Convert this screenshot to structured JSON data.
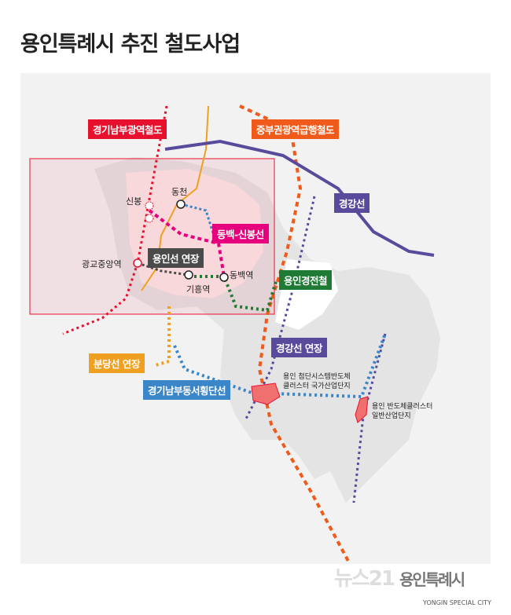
{
  "title": "용인특례시 추진 철도사업",
  "lines": {
    "gyeonggi_south": {
      "label": "경기남부광역철도",
      "color": "#e8112d"
    },
    "jungbu": {
      "label": "중부권광역급행철도",
      "color": "#f05a1a"
    },
    "gyeonggang": {
      "label": "경강선",
      "color": "#5a4a9c"
    },
    "dongbaek_sinbong": {
      "label": "동백-신봉선",
      "color": "#e6007e"
    },
    "yongin_ext": {
      "label": "용인선 연장",
      "color": "#4a4a4a"
    },
    "yongin_light": {
      "label": "용인경전철",
      "color": "#1f7a35"
    },
    "gyeonggang_ext": {
      "label": "경강선 연장",
      "color": "#5a4a9c"
    },
    "bundang_ext": {
      "label": "분당선 연장",
      "color": "#f0a020"
    },
    "east_west": {
      "label": "경기남부동서횡단선",
      "color": "#3a86c8"
    }
  },
  "stations": {
    "sinbong": "신봉",
    "dongcheon": "동천",
    "gwanggyo": "광교중앙역",
    "giheung": "기흥역",
    "dongbaek": "동백역"
  },
  "clusters": {
    "national": [
      "용인 첨단시스템반도체",
      "클러스터 국가산업단지"
    ],
    "general": [
      "용인 반도체클러스터",
      "일반산업단지"
    ]
  },
  "watermark": {
    "news": "뉴스21",
    "city": "용인특례시",
    "city_en": "YONGIN SPECIAL CITY"
  }
}
